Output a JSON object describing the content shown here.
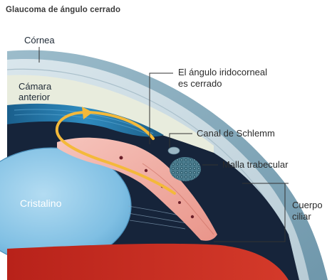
{
  "title": "Glaucoma de ángulo cerrado",
  "labels": {
    "cornea": "Córnea",
    "anterior_chamber_line1": "Cámara",
    "anterior_chamber_line2": "anterior",
    "angle_line1": "El ángulo iridocorneal",
    "angle_line2": "es cerrado",
    "schlemm": "Canal de Schlemm",
    "trabecular": "Malla trabecular",
    "ciliary_line1": "Cuerpo",
    "ciliary_line2": "ciliar",
    "lens": "Cristalino"
  },
  "colors": {
    "cornea": "#cfdde4",
    "sclera": "#8fb2c2",
    "anterior_chamber": "#e9ecde",
    "iris_blue": "#2a7fb0",
    "dark_tissue": "#15243a",
    "lens": "#8ec7e8",
    "ciliary_body": "#f2b0a8",
    "retina_red": "#c92a1e",
    "flow_arrow": "#f4b93a",
    "leader_line": "#333333"
  }
}
